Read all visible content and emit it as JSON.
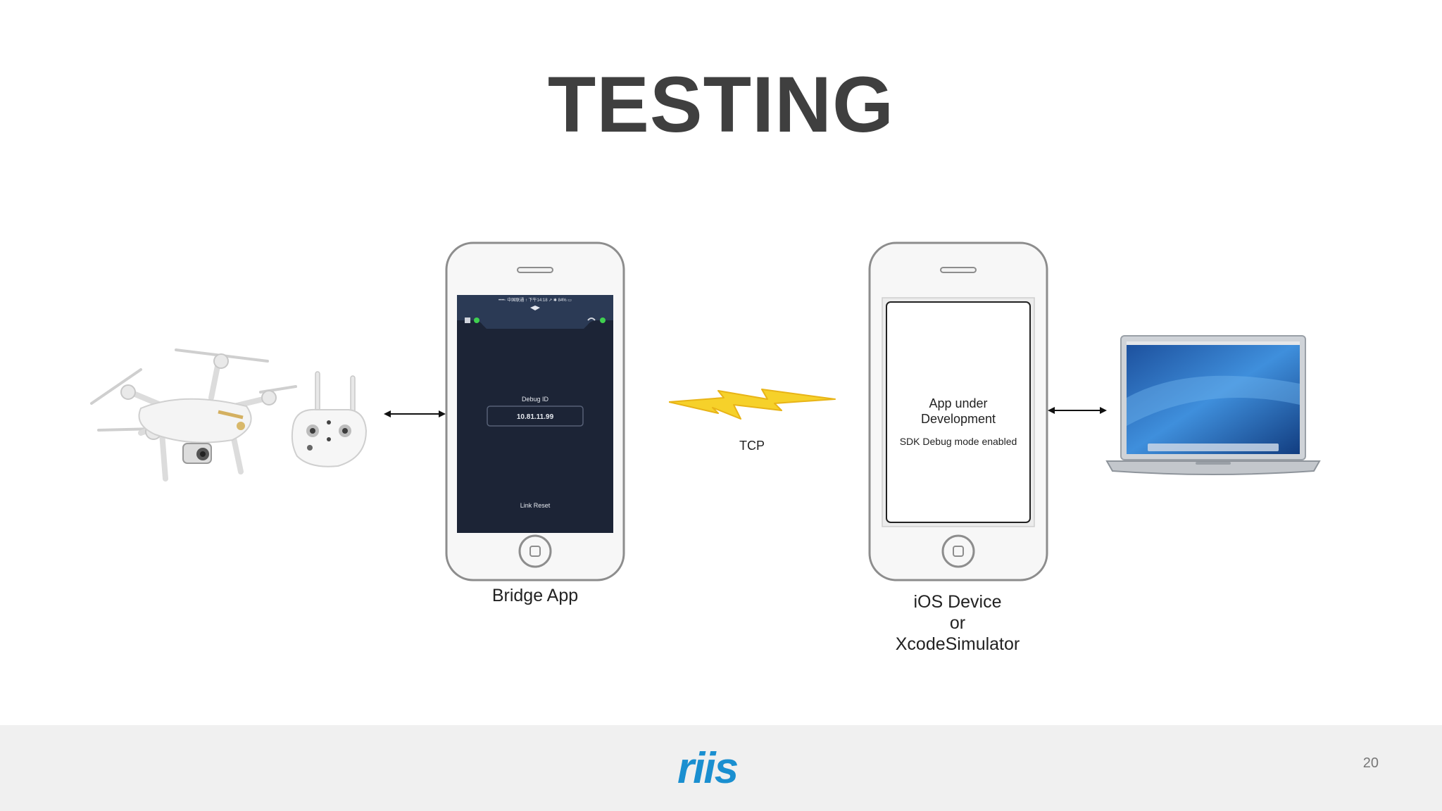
{
  "slide": {
    "title": "TESTING",
    "page_number": "20",
    "brand": "riis",
    "brand_color": "#1a8fd0"
  },
  "diagram": {
    "bridge_phone": {
      "caption": "Bridge App",
      "screen_debug_label": "Debug ID",
      "screen_debug_value": "10.81.11.99",
      "screen_link_reset": "Link Reset",
      "screen_status_bar": "••••◦ 中国联通  ↑   下午14:18   ↗ ✱ 84% ▭"
    },
    "connection": {
      "label": "TCP"
    },
    "ios_phone": {
      "screen_title": "App under Development",
      "screen_subtitle": "SDK Debug mode enabled",
      "caption_lines": [
        "iOS Device",
        "or",
        "XcodeSimulator"
      ]
    },
    "images": [
      "drone-image",
      "remote-controller-image",
      "laptop-image"
    ]
  }
}
